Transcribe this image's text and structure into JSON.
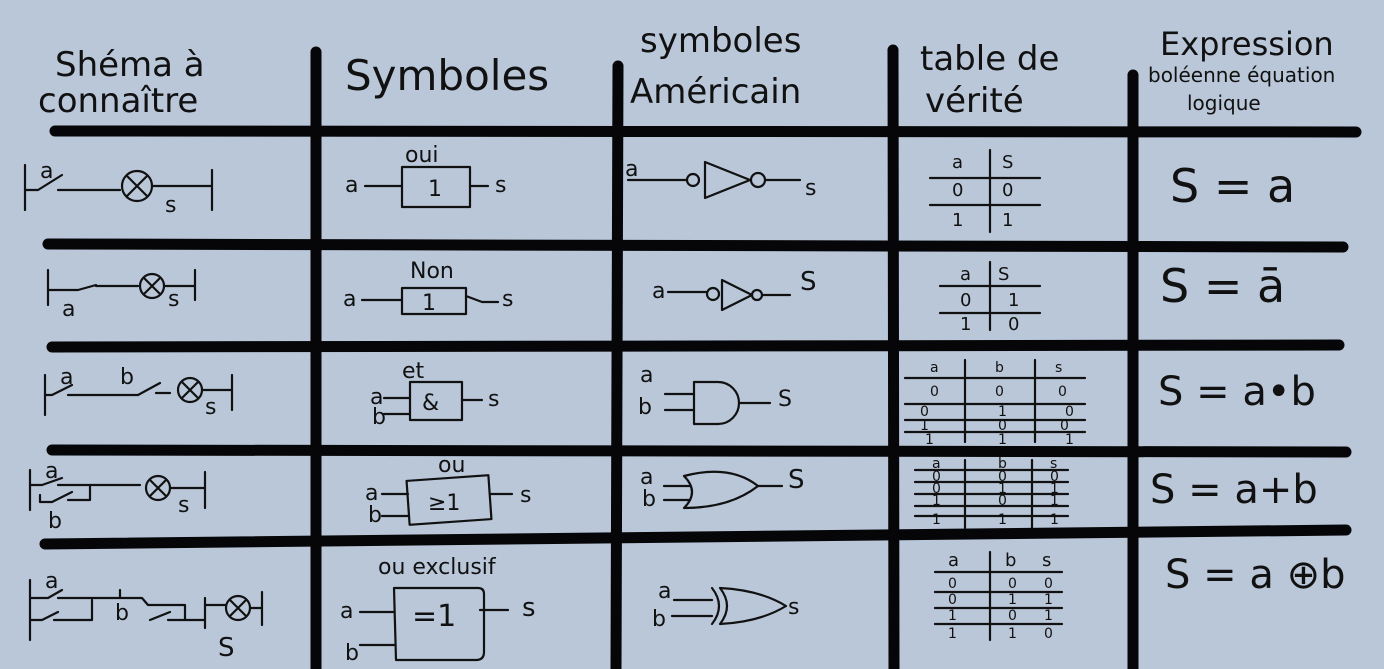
{
  "colors": {
    "background": "#b9c7d9",
    "ink": "#111111",
    "grid": "#060608"
  },
  "headers": {
    "col1": [
      "Shéma à",
      "connaître"
    ],
    "col2": "Symboles",
    "col3": [
      "symboles",
      "Américain"
    ],
    "col4": [
      "table de",
      "vérité"
    ],
    "col5": [
      "Expression",
      "boléenne équation",
      "logique"
    ]
  },
  "rows": [
    {
      "schema": {
        "labels": [
          "a",
          "s"
        ]
      },
      "symbol": {
        "name": "oui",
        "box": "1",
        "inputs": [
          "a"
        ],
        "output": "s"
      },
      "american": {
        "inputs": [
          "a"
        ],
        "output": "s"
      },
      "truth_table": {
        "headers": [
          "a",
          "S"
        ],
        "rows": [
          [
            "0",
            "0"
          ],
          [
            "1",
            "1"
          ]
        ]
      },
      "expression": "S = a"
    },
    {
      "schema": {
        "labels": [
          "a",
          "s"
        ]
      },
      "symbol": {
        "name": "Non",
        "box": "1",
        "inputs": [
          "a"
        ],
        "output": "s"
      },
      "american": {
        "inputs": [
          "a"
        ],
        "output": "S"
      },
      "truth_table": {
        "headers": [
          "a",
          "S"
        ],
        "rows": [
          [
            "0",
            "1"
          ],
          [
            "1",
            "0"
          ]
        ]
      },
      "expression": "S = ā"
    },
    {
      "schema": {
        "labels": [
          "a",
          "b",
          "s"
        ]
      },
      "symbol": {
        "name": "et",
        "box": "&",
        "inputs": [
          "a",
          "b"
        ],
        "output": "s"
      },
      "american": {
        "inputs": [
          "a",
          "b"
        ],
        "output": "S"
      },
      "truth_table": {
        "headers": [
          "a",
          "b",
          "s"
        ],
        "rows": [
          [
            "0",
            "0",
            "0"
          ],
          [
            "0",
            "1",
            "0"
          ],
          [
            "1",
            "0",
            "0"
          ],
          [
            "1",
            "1",
            "1"
          ]
        ]
      },
      "expression": "S = a•b"
    },
    {
      "schema": {
        "labels": [
          "a",
          "b",
          "s"
        ]
      },
      "symbol": {
        "name": "ou",
        "box": "≥1",
        "inputs": [
          "a",
          "b"
        ],
        "output": "s"
      },
      "american": {
        "inputs": [
          "a",
          "b"
        ],
        "output": "S"
      },
      "truth_table": {
        "headers": [
          "a",
          "b",
          "s"
        ],
        "rows": [
          [
            "0",
            "0",
            "0"
          ],
          [
            "0",
            "1",
            "1"
          ],
          [
            "1",
            "0",
            "1"
          ],
          [
            "1",
            "1",
            "1"
          ]
        ]
      },
      "expression": "S = a+b"
    },
    {
      "schema": {
        "labels": [
          "a",
          "b",
          "S"
        ]
      },
      "symbol": {
        "name": "ou exclusif",
        "box": "=1",
        "inputs": [
          "a",
          "b"
        ],
        "output": "s"
      },
      "american": {
        "inputs": [
          "a",
          "b"
        ],
        "output": "s"
      },
      "truth_table": {
        "headers": [
          "a",
          "b",
          "s"
        ],
        "rows": [
          [
            "0",
            "0",
            "0"
          ],
          [
            "0",
            "1",
            "1"
          ],
          [
            "1",
            "0",
            "1"
          ],
          [
            "1",
            "1",
            "0"
          ]
        ]
      },
      "expression": "S = a ⊕b"
    }
  ]
}
